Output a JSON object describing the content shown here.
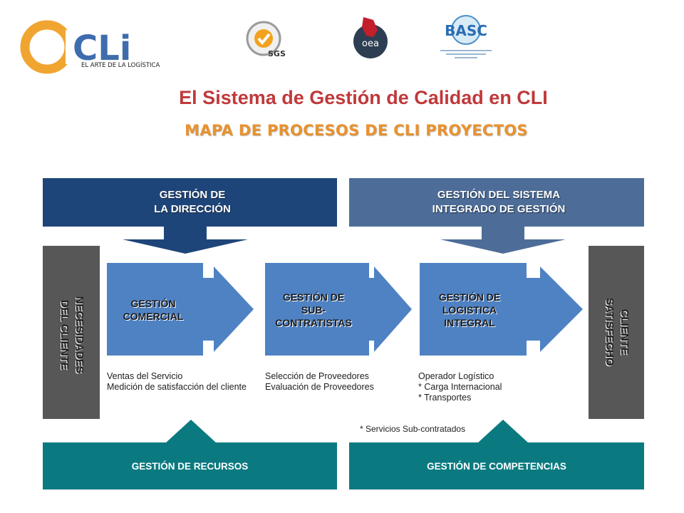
{
  "header": {
    "logo": {
      "name": "CLi",
      "tagline": "EL ARTE DE LA LOGÍSTICA"
    },
    "certifications": [
      {
        "icon": "sgs-certification-seal-icon",
        "label": "SGS"
      },
      {
        "icon": "oea-peru-seal-icon",
        "label": "oea"
      },
      {
        "icon": "basc-logo-icon",
        "label": "BASC"
      }
    ]
  },
  "title": "El Sistema de Gestión de Calidad en CLI",
  "subtitle": "MAPA DE PROCESOS DE CLI PROYECTOS",
  "diagram": {
    "top_left": {
      "line1": "GESTIÓN DE",
      "line2": "LA DIRECCIÓN"
    },
    "top_right": {
      "line1": "GESTIÓN DEL SISTEMA",
      "line2": "INTEGRADO DE GESTIÓN"
    },
    "left_side": {
      "line1": "NECESIDADES",
      "line2": "DEL CLIENTE"
    },
    "right_side": {
      "line1": "CLIENTE",
      "line2": "SATISFECHO"
    },
    "processes": [
      {
        "line1": "GESTIÓN",
        "line2": "COMERCIAL",
        "line3": "",
        "details": [
          "Ventas del Servicio",
          "Medición de satisfacción del cliente"
        ]
      },
      {
        "line1": "GESTIÓN DE",
        "line2": "SUB-",
        "line3": "CONTRATISTAS",
        "details": [
          "Selección de Proveedores",
          "Evaluación de Proveedores"
        ]
      },
      {
        "line1": "GESTIÓN DE",
        "line2": "LOGISTICA",
        "line3": "INTEGRAL",
        "details": [
          "Operador Logístico",
          "* Carga Internacional",
          "* Transportes"
        ]
      }
    ],
    "note": "* Servicios Sub-contratados",
    "bottom_left": "GESTIÓN DE RECURSOS",
    "bottom_right": "GESTIÓN DE COMPETENCIAS"
  },
  "colors": {
    "title": "#c0393b",
    "subtitle": "#e8922e",
    "dark_navy": "#1e4579",
    "steel_blue": "#4d6d98",
    "process_blue": "#4f82c3",
    "dark_gray": "#575757",
    "teal": "#0a7a80"
  }
}
